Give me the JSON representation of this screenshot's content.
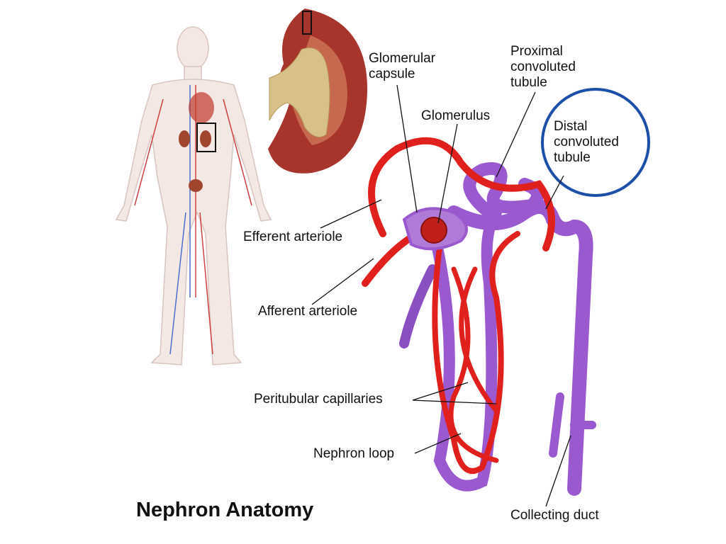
{
  "title": "Nephron Anatomy",
  "labels": {
    "glomerular_capsule": "Glomerular\ncapsule",
    "proximal_tubule": "Proximal\nconvoluted\ntubule",
    "glomerulus": "Glomerulus",
    "distal_tubule": "Distal\nconvoluted\ntubule",
    "efferent": "Efferent arteriole",
    "afferent": "Afferent arteriole",
    "peritubular": "Peritubular capillaries",
    "loop": "Nephron loop",
    "collecting": "Collecting duct"
  },
  "colors": {
    "artery": "#e0201c",
    "tubule": "#9b59d0",
    "highlight_circle": "#1b4fa8",
    "kidney": "#a8352c"
  }
}
